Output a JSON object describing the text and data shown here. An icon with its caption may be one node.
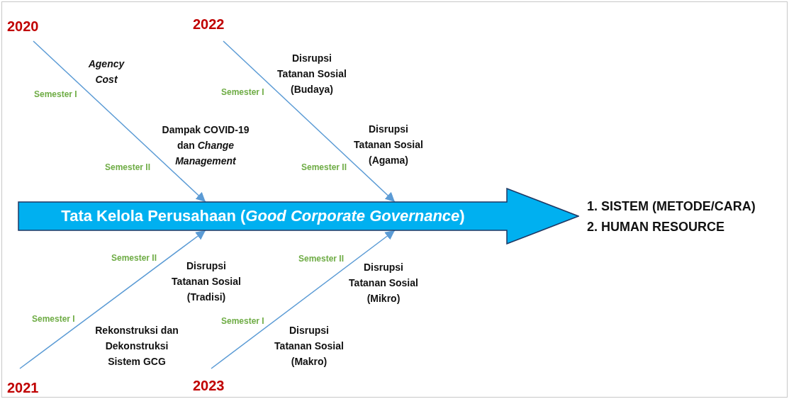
{
  "diagram": {
    "nodes": [
      {
        "text": [
          "2020"
        ]
      },
      {
        "text": [
          "2022"
        ]
      },
      {
        "text": [
          "Tata Kelola Perusahaan (*Good Corporate Governance*)"
        ]
      },
      {
        "text": [
          "2021"
        ]
      },
      {
        "text": [
          "2023"
        ]
      }
    ],
    "edges": [
      {
        "from": 0,
        "to": 2,
        "arrow": "to"
      },
      {
        "from": 1,
        "to": 2,
        "arrow": "to"
      },
      {
        "from": 3,
        "to": 2,
        "arrow": "to"
      },
      {
        "from": 4,
        "to": 2,
        "arrow": "to"
      }
    ],
    "labels": [
      "Agency Cost",
      "Semester I",
      "Disrupsi Tatanan Sosial (Budaya)",
      "Semester I",
      "Dampak COVID-19 dan *Change Management*",
      "Disrupsi Tatanan Sosial (Agama)",
      "Semester II",
      "Semester II",
      "1. SISTEM (METODE/CARA)",
      "2. HUMAN RESOURCE",
      "Semester II",
      "Semester II",
      "Disrupsi Tatanan Sosial (Tradisi)",
      "Disrupsi Tatanan Sosial (Mikro)",
      "Semester I",
      "Semester I",
      "Rekonstruksi dan Dekonstruksi Sistem GCG",
      "Disrupsi Tatanan Sosial (Makro)"
    ]
  }
}
